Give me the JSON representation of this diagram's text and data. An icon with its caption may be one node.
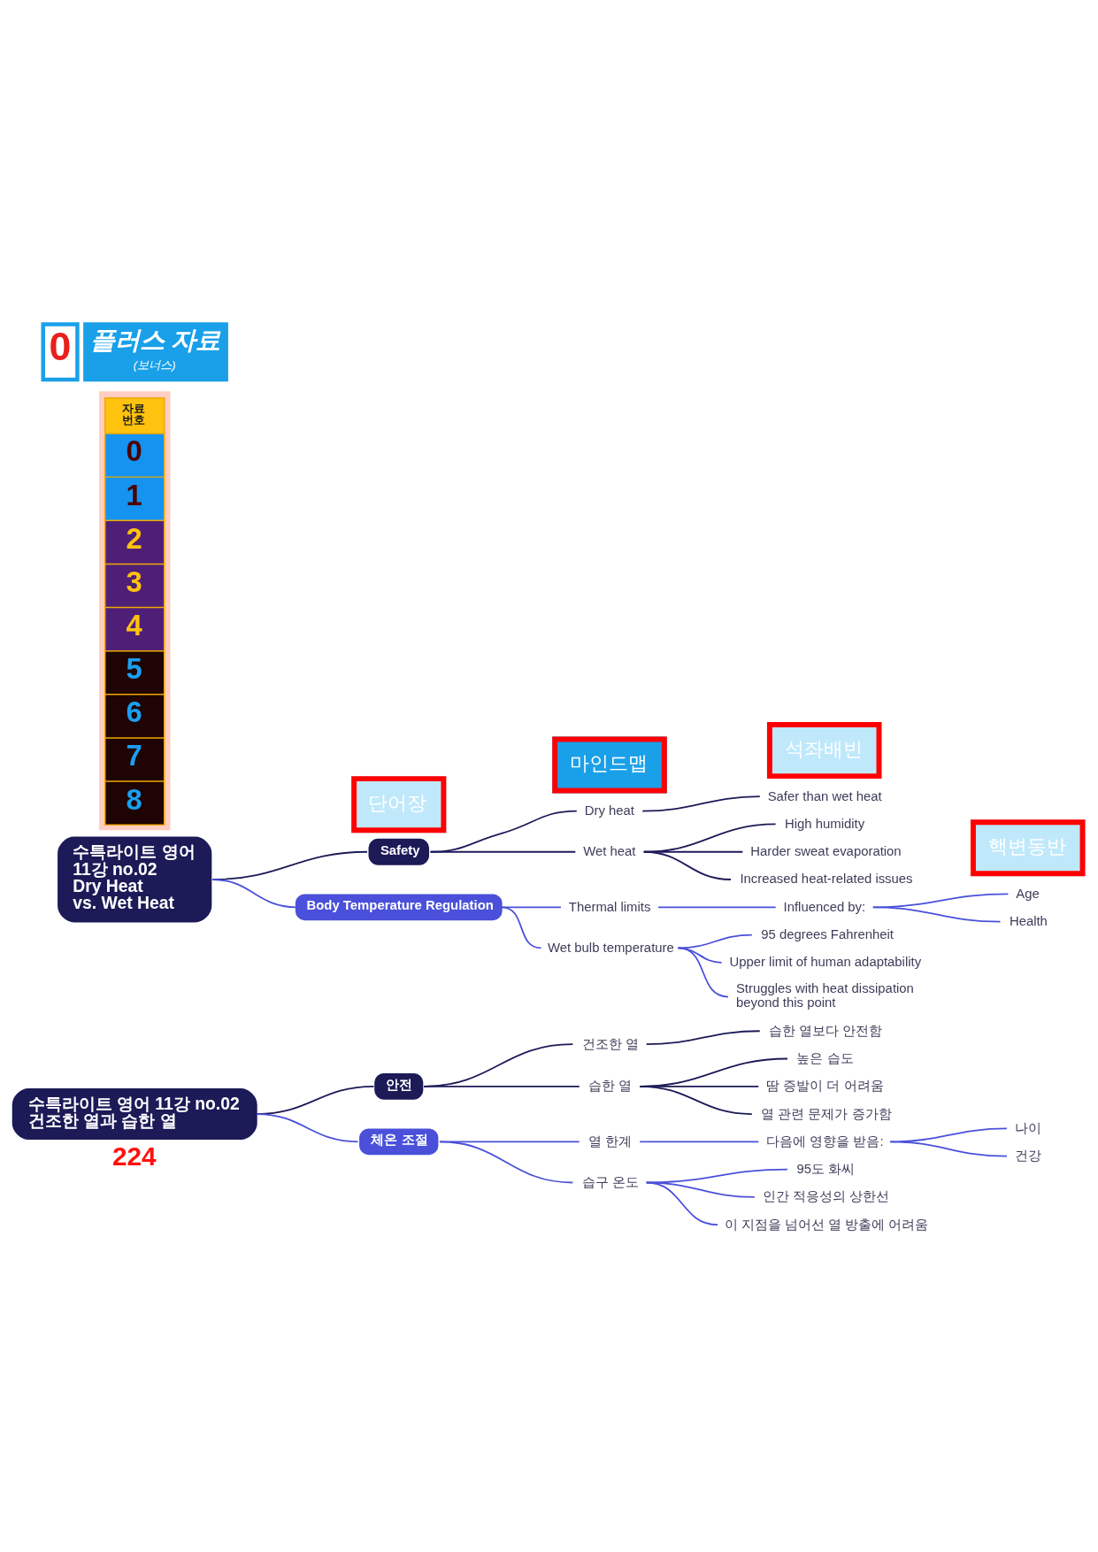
{
  "diagram": {
    "nodes": [
      {
        "text": [
          "수특라이트 영어 11강 no.02 Dry Heat vs. Wet Heat"
        ]
      },
      {
        "text": [
          "Safety"
        ]
      },
      {
        "text": [
          "Dry heat"
        ]
      },
      {
        "text": [
          "Safer than wet heat"
        ]
      },
      {
        "text": [
          "Wet heat"
        ]
      },
      {
        "text": [
          "High humidity"
        ]
      },
      {
        "text": [
          "Harder sweat evaporation"
        ]
      },
      {
        "text": [
          "Increased heat-related issues"
        ]
      },
      {
        "text": [
          "Body Temperature Regulation"
        ]
      },
      {
        "text": [
          "Thermal limits"
        ]
      },
      {
        "text": [
          "Influenced by:"
        ]
      },
      {
        "text": [
          "Age"
        ]
      },
      {
        "text": [
          "Health"
        ]
      },
      {
        "text": [
          "Wet bulb temperature"
        ]
      },
      {
        "text": [
          "95 degrees Fahrenheit"
        ]
      },
      {
        "text": [
          "Upper limit of human adaptability"
        ]
      },
      {
        "text": [
          "Struggles with heat dissipation beyond this point"
        ]
      },
      {
        "text": [
          "수특라이트 영어 11강 no.02 건조한 열과 습한 열"
        ]
      },
      {
        "text": [
          "안전"
        ]
      },
      {
        "text": [
          "건조한 열"
        ]
      },
      {
        "text": [
          "습한 열보다 안전함"
        ]
      },
      {
        "text": [
          "습한 열"
        ]
      },
      {
        "text": [
          "높은 습도"
        ]
      },
      {
        "text": [
          "땀 증발이 더 어려움"
        ]
      },
      {
        "text": [
          "열 관련 문제가 증가함"
        ]
      },
      {
        "text": [
          "체온 조절"
        ]
      },
      {
        "text": [
          "열 한계"
        ]
      },
      {
        "text": [
          "다음에 영향을 받음:"
        ]
      },
      {
        "text": [
          "나이"
        ]
      },
      {
        "text": [
          "건강"
        ]
      },
      {
        "text": [
          "습구 온도"
        ]
      },
      {
        "text": [
          "95도 화씨"
        ]
      },
      {
        "text": [
          "인간 적응성의 상한선"
        ]
      },
      {
        "text": [
          "이 지점을 넘어선 열 방출에 어려움"
        ]
      }
    ],
    "edges": [
      {
        "from": 0,
        "to": 1,
        "arrow": "none",
        "color": "#1c1a57"
      },
      {
        "from": 1,
        "to": 2,
        "arrow": "none",
        "color": "#1c1a57"
      },
      {
        "from": 2,
        "to": 3,
        "arrow": "none",
        "color": "#1c1a57"
      },
      {
        "from": 1,
        "to": 4,
        "arrow": "none",
        "color": "#1c1a57"
      },
      {
        "from": 4,
        "to": 5,
        "arrow": "none",
        "color": "#1c1a57"
      },
      {
        "from": 4,
        "to": 6,
        "arrow": "none",
        "color": "#1c1a57"
      },
      {
        "from": 4,
        "to": 7,
        "arrow": "none",
        "color": "#1c1a57"
      },
      {
        "from": 0,
        "to": 8,
        "arrow": "none"
      },
      {
        "from": 8,
        "to": 9,
        "arrow": "none"
      },
      {
        "from": 9,
        "to": 10,
        "arrow": "none"
      },
      {
        "from": 10,
        "to": 11,
        "arrow": "none"
      },
      {
        "from": 10,
        "to": 12,
        "arrow": "none"
      },
      {
        "from": 8,
        "to": 13,
        "arrow": "none"
      },
      {
        "from": 13,
        "to": 14,
        "arrow": "none"
      },
      {
        "from": 13,
        "to": 15,
        "arrow": "none"
      },
      {
        "from": 13,
        "to": 16,
        "arrow": "none"
      },
      {
        "from": 17,
        "to": 18,
        "arrow": "none",
        "color": "#1c1a57"
      },
      {
        "from": 18,
        "to": 19,
        "arrow": "none",
        "color": "#1c1a57"
      },
      {
        "from": 19,
        "to": 20,
        "arrow": "none",
        "color": "#1c1a57"
      },
      {
        "from": 18,
        "to": 21,
        "arrow": "none",
        "color": "#1c1a57"
      },
      {
        "from": 21,
        "to": 22,
        "arrow": "none",
        "color": "#1c1a57"
      },
      {
        "from": 21,
        "to": 23,
        "arrow": "none",
        "color": "#1c1a57"
      },
      {
        "from": 21,
        "to": 24,
        "arrow": "none",
        "color": "#1c1a57"
      },
      {
        "from": 17,
        "to": 25,
        "arrow": "none"
      },
      {
        "from": 25,
        "to": 26,
        "arrow": "none"
      },
      {
        "from": 26,
        "to": 27,
        "arrow": "none"
      },
      {
        "from": 27,
        "to": 28,
        "arrow": "none"
      },
      {
        "from": 27,
        "to": 29,
        "arrow": "none"
      },
      {
        "from": 25,
        "to": 30,
        "arrow": "none"
      },
      {
        "from": 30,
        "to": 31,
        "arrow": "none"
      },
      {
        "from": 30,
        "to": 32,
        "arrow": "none"
      },
      {
        "from": 30,
        "to": 33,
        "arrow": "none"
      }
    ],
    "labels": [
      "0",
      "플러스 자료",
      "(보너스)",
      "단어장",
      "마인드맵",
      "석좌배빈",
      "핵변동반",
      "자료 번호",
      "0",
      "1",
      "2",
      "3",
      "4",
      "5",
      "6",
      "7",
      "8",
      "224"
    ]
  }
}
